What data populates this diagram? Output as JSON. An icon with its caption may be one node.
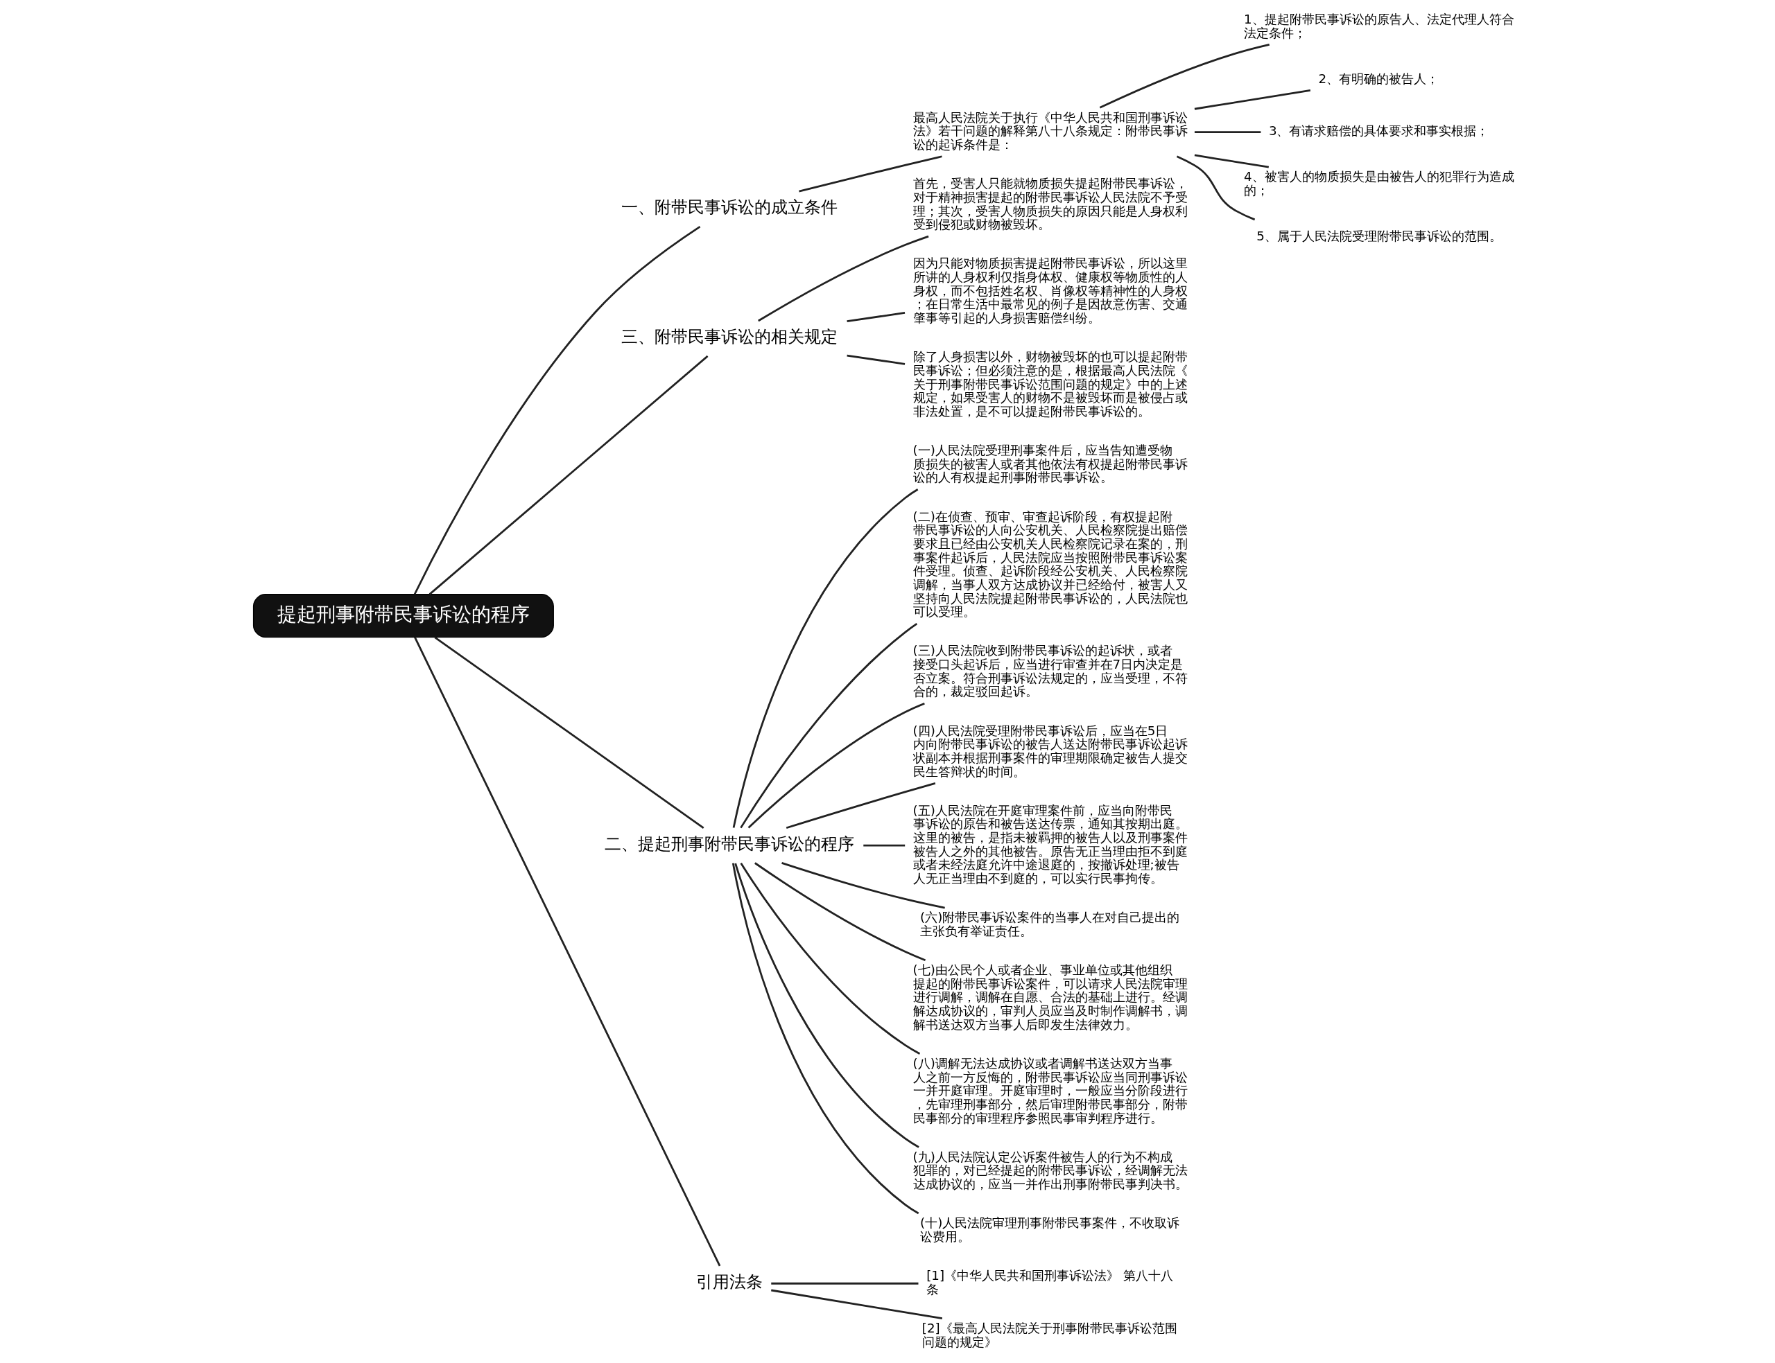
{
  "diagram": {
    "nodes": [
      {
        "text": [
          "提起刑事附带民事诉讼的程序"
        ]
      },
      {
        "text": [
          "一、附带民事诉讼的成立条件"
        ]
      },
      {
        "text": [
          "最高人民法院关于执行《中华人民共和国刑事诉讼法》若干问题的解释第八十八条规定：附带民事诉讼的起诉条件是："
        ]
      },
      {
        "text": [
          "1、提起附带民事诉讼的原告人、法定代理人符合法定条件；"
        ]
      },
      {
        "text": [
          "2、有明确的被告人；"
        ]
      },
      {
        "text": [
          "3、有请求赔偿的具体要求和事实根据；"
        ]
      },
      {
        "text": [
          "4、被害人的物质损失是由被告人的犯罪行为造成的；"
        ]
      },
      {
        "text": [
          "5、属于人民法院受理附带民事诉讼的范围。"
        ]
      },
      {
        "text": [
          "三、附带民事诉讼的相关规定"
        ]
      },
      {
        "text": [
          "首先，受害人只能就物质损失提起附带民事诉讼，对于精神损害提起的附带民事诉讼人民法院不予受理；其次，受害人物质损失的原因只能是人身权利受到侵犯或财物被毁坏。"
        ]
      },
      {
        "text": [
          "因为只能对物质损害提起附带民事诉讼，所以这里所讲的人身权利仅指身体权、健康权等物质性的人身权，而不包括姓名权、肖像权等精神性的人身权；在日常生活中最常见的例子是因故意伤害、交通肇事等引起的人身损害赔偿纠纷。"
        ]
      },
      {
        "text": [
          "除了人身损害以外，财物被毁坏的也可以提起附带民事诉讼；但必须注意的是，根据最高人民法院《关于刑事附带民事诉讼范围问题的规定》中的上述规定，如果受害人的财物不是被毁坏而是被侵占或非法处置，是不可以提起附带民事诉讼的。"
        ]
      },
      {
        "text": [
          "二、提起刑事附带民事诉讼的程序"
        ]
      },
      {
        "text": [
          "(一)人民法院受理刑事案件后，应当告知遭受物质损失的被害人或者其他依法有权提起附带民事诉讼的人有权提起刑事附带民事诉讼。"
        ]
      },
      {
        "text": [
          "(二)在侦查、预审、审查起诉阶段，有权提起附带民事诉讼的人向公安机关、人民检察院提出赔偿要求且已经由公安机关人民检察院记录在案的，刑事案件起诉后，人民法院应当按照附带民事诉讼案件受理。侦查、起诉阶段经公安机关、人民检察院调解，当事人双方达成协议并已经给付，被害人又坚持向人民法院提起附带民事诉讼的，人民法院也可以受理。"
        ]
      },
      {
        "text": [
          "(三)人民法院收到附带民事诉讼的起诉状，或者接受口头起诉后，应当进行审查并在7日内决定是否立案。符合刑事诉讼法规定的，应当受理，不符合的，裁定驳回起诉。"
        ]
      },
      {
        "text": [
          "(四)人民法院受理附带民事诉讼后，应当在5日内向附带民事诉讼的被告人送达附带民事诉讼起诉状副本并根据刑事案件的审理期限确定被告人提交民生答辩状的时间。"
        ]
      },
      {
        "text": [
          "(五)人民法院在开庭审理案件前，应当向附带民事诉讼的原告和被告送达传票，通知其按期出庭。这里的被告，是指未被羁押的被告人以及刑事案件被告人之外的其他被告。原告无正当理由拒不到庭或者未经法庭允许中途退庭的，按撤诉处理;被告人无正当理由不到庭的，可以实行民事拘传。"
        ]
      },
      {
        "text": [
          "(六)附带民事诉讼案件的当事人在对自己提出的主张负有举证责任。"
        ]
      },
      {
        "text": [
          "(七)由公民个人或者企业、事业单位或其他组织提起的附带民事诉讼案件，可以请求人民法院审理进行调解，调解在自愿、合法的基础上进行。经调解达成协议的，审判人员应当及时制作调解书，调解书送达双方当事人后即发生法律效力。"
        ]
      },
      {
        "text": [
          "(八)调解无法达成协议或者调解书送达双方当事人之前一方反悔的，附带民事诉讼应当同刑事诉讼一并开庭审理。开庭审理时，一般应当分阶段进行，先审理刑事部分，然后审理附带民事部分，附带民事部分的审理程序参照民事审判程序进行。"
        ]
      },
      {
        "text": [
          "(九)人民法院认定公诉案件被告人的行为不构成犯罪的，对已经提起的附带民事诉讼，经调解无法达成协议的，应当一并作出刑事附带民事判决书。"
        ]
      },
      {
        "text": [
          "(十)人民法院审理刑事附带民事案件，不收取诉讼费用。"
        ]
      },
      {
        "text": [
          "引用法条"
        ]
      },
      {
        "text": [
          "[1]《中华人民共和国刑事诉讼法》 第八十八条"
        ]
      },
      {
        "text": [
          "[2]《最高人民法院关于刑事附带民事诉讼范围问题的规定》"
        ]
      }
    ],
    "edges": [
      {
        "from": 0,
        "to": 1,
        "arrow": "none"
      },
      {
        "from": 1,
        "to": 2,
        "arrow": "none"
      },
      {
        "from": 2,
        "to": 3,
        "arrow": "none"
      },
      {
        "from": 2,
        "to": 4,
        "arrow": "none"
      },
      {
        "from": 2,
        "to": 5,
        "arrow": "none"
      },
      {
        "from": 2,
        "to": 6,
        "arrow": "none"
      },
      {
        "from": 2,
        "to": 7,
        "arrow": "none"
      },
      {
        "from": 0,
        "to": 8,
        "arrow": "none"
      },
      {
        "from": 8,
        "to": 9,
        "arrow": "none"
      },
      {
        "from": 8,
        "to": 10,
        "arrow": "none"
      },
      {
        "from": 8,
        "to": 11,
        "arrow": "none"
      },
      {
        "from": 0,
        "to": 12,
        "arrow": "none"
      },
      {
        "from": 12,
        "to": 13,
        "arrow": "none"
      },
      {
        "from": 12,
        "to": 14,
        "arrow": "none"
      },
      {
        "from": 12,
        "to": 15,
        "arrow": "none"
      },
      {
        "from": 12,
        "to": 16,
        "arrow": "none"
      },
      {
        "from": 12,
        "to": 17,
        "arrow": "none"
      },
      {
        "from": 12,
        "to": 18,
        "arrow": "none"
      },
      {
        "from": 12,
        "to": 19,
        "arrow": "none"
      },
      {
        "from": 12,
        "to": 20,
        "arrow": "none"
      },
      {
        "from": 12,
        "to": 21,
        "arrow": "none"
      },
      {
        "from": 12,
        "to": 22,
        "arrow": "none"
      },
      {
        "from": 0,
        "to": 23,
        "arrow": "none"
      },
      {
        "from": 23,
        "to": 24,
        "arrow": "none"
      },
      {
        "from": 23,
        "to": 25,
        "arrow": "none"
      }
    ]
  }
}
